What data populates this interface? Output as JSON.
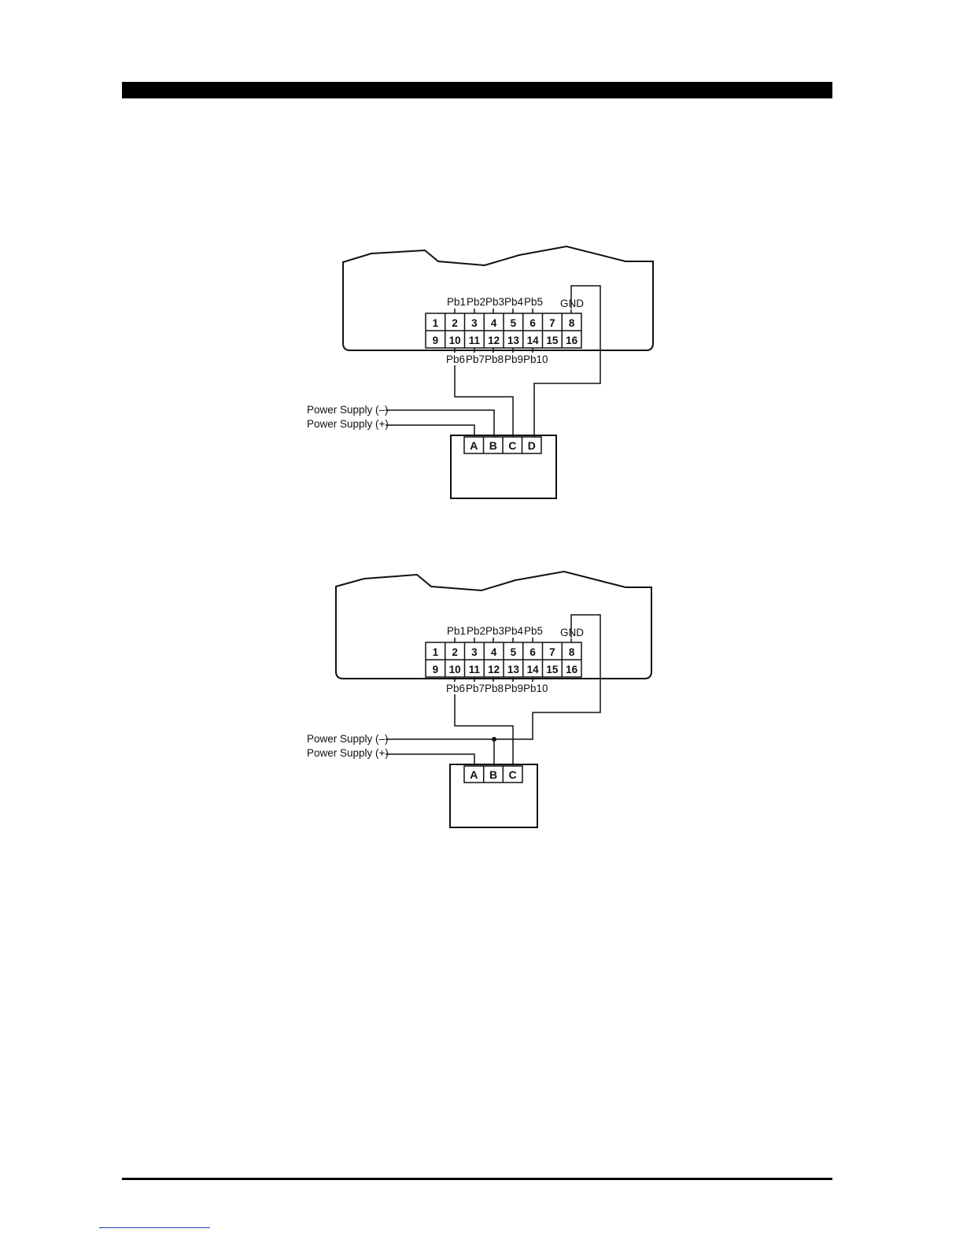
{
  "diagrams": [
    {
      "top_pin_labels": [
        "Pb1",
        "Pb2",
        "Pb3",
        "Pb4",
        "Pb5",
        "GND"
      ],
      "bottom_pin_labels": [
        "Pb6",
        "Pb7",
        "Pb8",
        "Pb9",
        "Pb10"
      ],
      "top_pins": [
        "1",
        "2",
        "3",
        "4",
        "5",
        "6",
        "7",
        "8"
      ],
      "bottom_pins": [
        "9",
        "10",
        "11",
        "12",
        "13",
        "14",
        "15",
        "16"
      ],
      "power_minus": "Power Supply (–)",
      "power_plus": "Power Supply (+)",
      "terminals": [
        "A",
        "B",
        "C",
        "D"
      ]
    },
    {
      "top_pin_labels": [
        "Pb1",
        "Pb2",
        "Pb3",
        "Pb4",
        "Pb5",
        "GND"
      ],
      "bottom_pin_labels": [
        "Pb6",
        "Pb7",
        "Pb8",
        "Pb9",
        "Pb10"
      ],
      "top_pins": [
        "1",
        "2",
        "3",
        "4",
        "5",
        "6",
        "7",
        "8"
      ],
      "bottom_pins": [
        "9",
        "10",
        "11",
        "12",
        "13",
        "14",
        "15",
        "16"
      ],
      "power_minus": "Power Supply (–)",
      "power_plus": "Power Supply (+)",
      "terminals": [
        "A",
        "B",
        "C"
      ]
    }
  ]
}
